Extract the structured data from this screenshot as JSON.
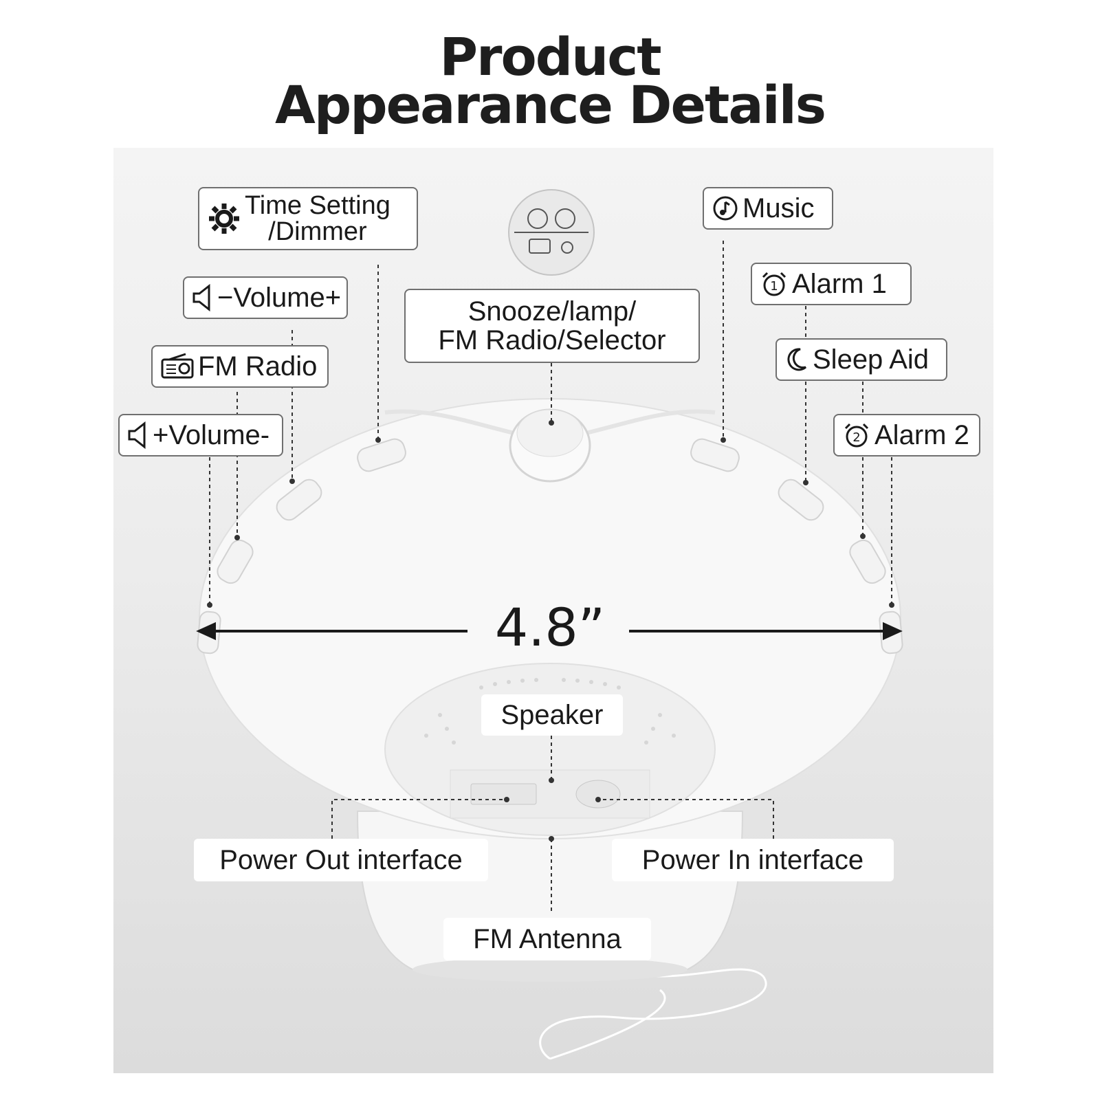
{
  "heading": {
    "line1": "Product",
    "line2": "Appearance Details"
  },
  "labels": {
    "time_setting_line1": "Time Setting",
    "time_setting_line2": "/Dimmer",
    "volume_minus_plus": "−Volume+",
    "fm_radio": "FM Radio",
    "volume_plus_minus": "+Volume-",
    "snooze_line1": "Snooze/lamp/",
    "snooze_line2": "FM Radio/Selector",
    "music": "Music",
    "alarm1": "Alarm 1",
    "sleep_aid": "Sleep Aid",
    "alarm2": "Alarm 2",
    "speaker": "Speaker",
    "power_out": "Power Out interface",
    "power_in": "Power In interface",
    "fm_antenna": "FM Antenna"
  },
  "dimension": "4.8”",
  "icons": [
    "gear-icon",
    "speaker-icon",
    "radio-icon",
    "music-note-icon",
    "alarm-clock-icon",
    "moon-icon",
    "knob-legend-icon"
  ],
  "colors": {
    "text": "#1e1e1e",
    "label_border": "#6f6f6f",
    "device": "#f7f7f7",
    "background": "#ececec"
  }
}
